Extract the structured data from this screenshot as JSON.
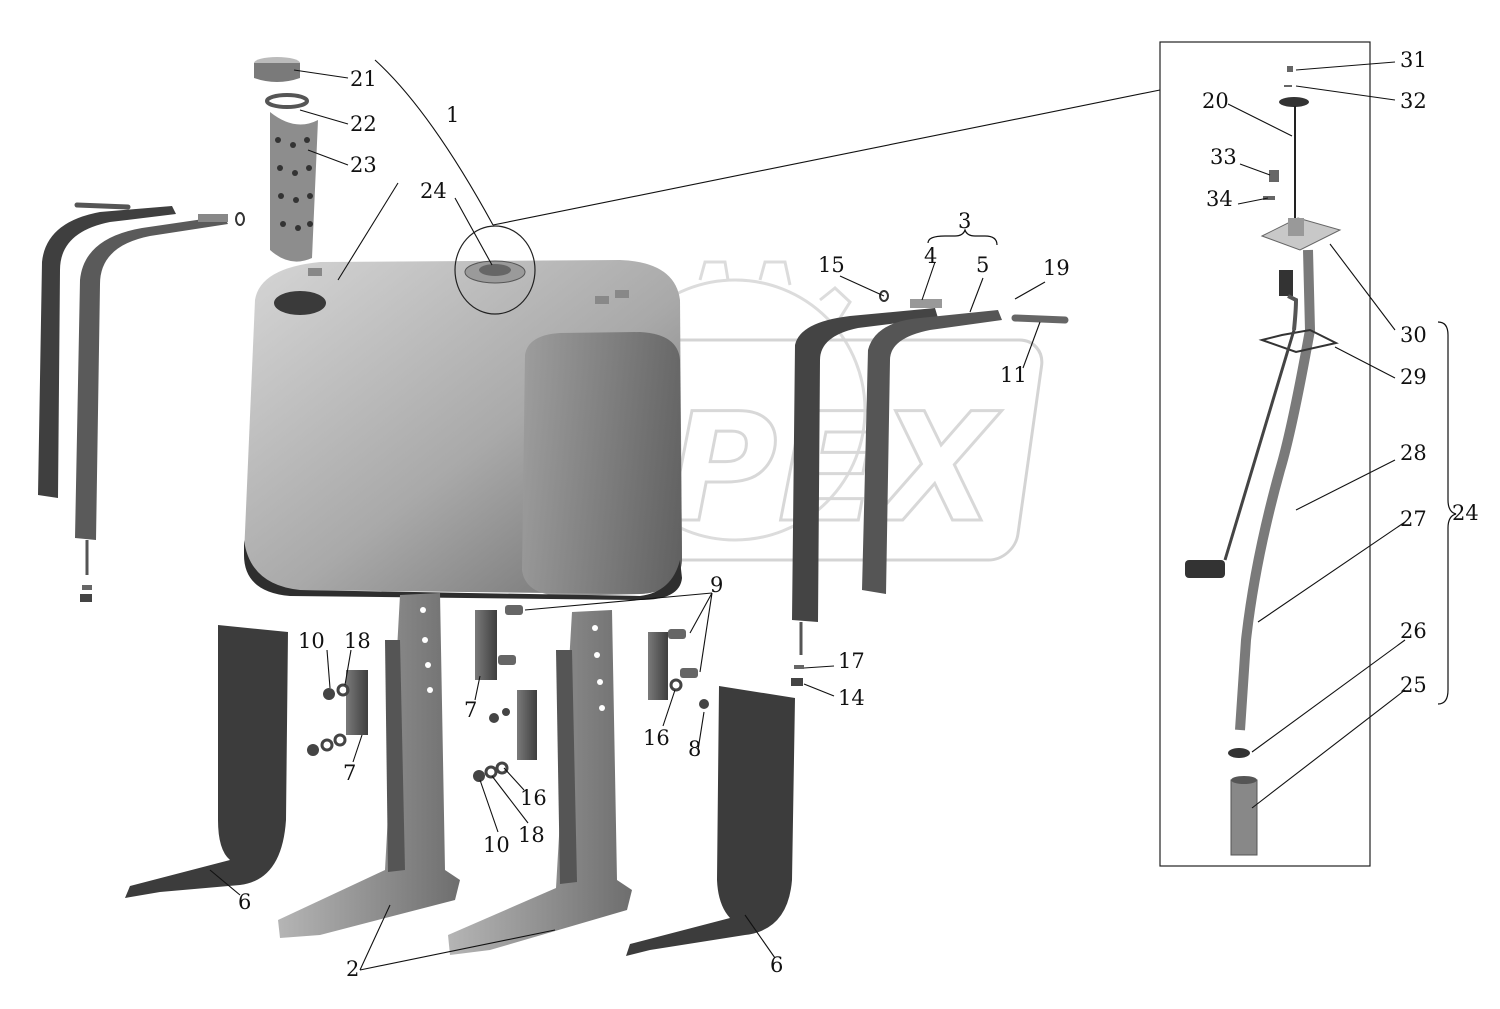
{
  "watermark": "OPEX",
  "callouts": {
    "c1": "1",
    "c2": "2",
    "c3": "3",
    "c4": "4",
    "c5": "5",
    "c6a": "6",
    "c6b": "6",
    "c7a": "7",
    "c7b": "7",
    "c8": "8",
    "c9": "9",
    "c10a": "10",
    "c10b": "10",
    "c11": "11",
    "c14": "14",
    "c15": "15",
    "c16a": "16",
    "c16b": "16",
    "c17": "17",
    "c18a": "18",
    "c18b": "18",
    "c19": "19",
    "c20": "20",
    "c21": "21",
    "c22": "22",
    "c23": "23",
    "c24a": "24",
    "c24b": "24",
    "c25": "25",
    "c26": "26",
    "c27": "27",
    "c28": "28",
    "c29": "29",
    "c30": "30",
    "c31": "31",
    "c32": "32",
    "c33": "33",
    "c34": "34"
  },
  "colors": {
    "tank_light": "#c9c9c9",
    "tank_dark": "#5f5f5f",
    "metal_mid": "#8c8c8c",
    "strap_dark": "#4a4a4a",
    "watermark": "#d8d8d8"
  }
}
